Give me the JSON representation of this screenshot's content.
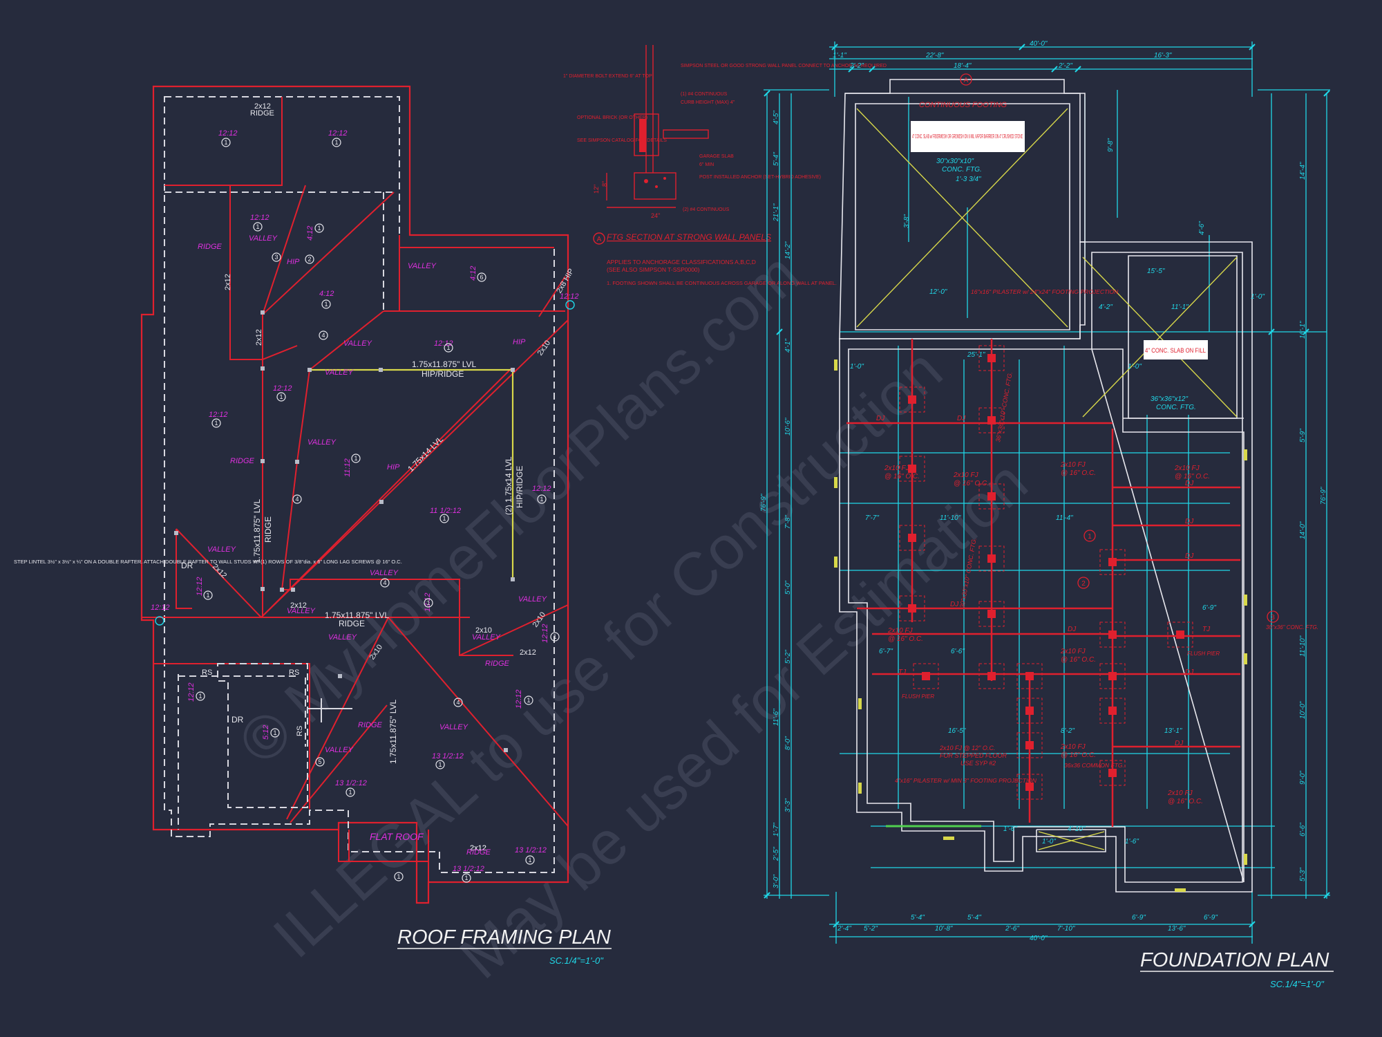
{
  "colors": {
    "background": "#262b3d",
    "wall_red": "#e0202e",
    "annotation_magenta": "#e030e0",
    "dimension_cyan": "#20d8e8",
    "dashed_white": "#d8d8e0",
    "lvl_yellow": "#d8d84a",
    "title_white": "#f2f2f2"
  },
  "watermark": {
    "line1": "© MyHomeFloorPlans.com",
    "line2": "ILLEGAL to use for Construction",
    "line3": "May be used for Estimation"
  },
  "roof_plan": {
    "title": "ROOF FRAMING PLAN",
    "scale": "SC.1/4\"=1'-0\"",
    "labels": {
      "ridge_2x12_top": "2x12",
      "ridge_word_top": "RIDGE",
      "ridge": "RIDGE",
      "valley": "VALLEY",
      "hip": "HIP",
      "two_by_twelve": "2x12",
      "two_by_ten": "2x10",
      "lvl_top": "1.75x11.875\" LVL",
      "hip_ridge": "HIP/RIDGE",
      "lvl_diag": "1.75x14 LVL",
      "lvl_vert_left": "1.75x11.875\" LVL",
      "ridge_vert": "RIDGE",
      "lvl_vert_right": "(2) 1.75x14 LVL",
      "hip_ridge_vert": "HIP/RIDGE",
      "lvl_bottom": "1.75x11.875\" LVL",
      "ridge_bottom": "RIDGE",
      "lvl_vert_low": "1.75x11.875\" LVL",
      "hip_2x8": "2x8 HIP",
      "flat_roof": "FLAT ROOF",
      "dr": "DR",
      "rs": "RS",
      "pitch_12_12": "12:12",
      "pitch_4_12": "4:12",
      "pitch_11_12": "11:12",
      "pitch_11half": "11 1/2:12",
      "pitch_13half": "13 1/2:12",
      "pitch_5_12": "5:12",
      "step_lintel_note": "STEP LINTEL 3½\" x 3½\" x ¼\" ON A DOUBLE RAFTER. ATTACH DOUBLE RAFTER TO WALL STUDS W/ (1) ROWS OF 3/8\"dia. x 6\" LONG LAG SCREWS @ 16\" O.C."
    },
    "numbers": [
      "1",
      "2",
      "3",
      "4",
      "5",
      "6"
    ]
  },
  "footing_detail": {
    "title": "FTG SECTION AT STRONG WALL PANELS",
    "tag": "A",
    "note1": "APPLIES TO ANCHORAGE CLASSIFICATIONS A,B,C,D",
    "note2": "(SEE ALSO SIMPSON T-SSP0000)",
    "note3": "1. FOOTING SHOWN SHALL BE CONTINUOUS ACROSS GARAGE OR ALONG WALL AT PANEL.",
    "callouts": [
      "1\" DIAMETER BOLT EXTEND 6\" AT TOP",
      "SIMPSON STEEL OR GOOD STRONG WALL PANEL CONNECT TO ANCHOR AS REQUIRED",
      "(1) #4 CONTINUOUS",
      "CURB HEIGHT (MAX) 4\"",
      "OPTIONAL BRICK (OR OTHER)",
      "SEE SIMPSON CATALOG FOR DETAILS",
      "GARAGE SLAB",
      "6\" MIN",
      "POST INSTALLED ANCHOR (SET-HYBRID ADHESIVE)",
      "(2) #4 CONTINUOUS"
    ],
    "dim_width": "24\"",
    "dim_h1": "12\"",
    "dim_h2": "8\""
  },
  "foundation_plan": {
    "title": "FOUNDATION PLAN",
    "scale": "SC.1/4\"=1'-0\"",
    "overall_top": "40'-0\"",
    "top_dims": [
      "22'-8\"",
      "16'-3\""
    ],
    "top_dims_2": [
      "1'-1\"",
      "2'-2\"",
      "18'-4\"",
      "2'-2\""
    ],
    "bottom_dims": [
      "2'-4\"",
      "5'-2\"",
      "5'-4\"",
      "10'-8\"",
      "5'-4\"",
      "2'-6\"",
      "7'-10\"",
      "6'-9\"",
      "13'-6\"",
      "6'-9\""
    ],
    "overall_bottom": "40'-0\"",
    "right_overall": "76'-9\"",
    "left_overall": "76'-9\"",
    "right_dims": [
      "14'-4\"",
      "16'-1\"",
      "5'-9\"",
      "14'-0\"",
      "11'-10\"",
      "10'-0\"",
      "9'-0\"",
      "6'-6\"",
      "5'-3\""
    ],
    "left_dims": [
      "4'-5\"",
      "5'-4\"",
      "21'-1\"",
      "14'-2\"",
      "4'-1\"",
      "10'-6\"",
      "7'-8\"",
      "5'-0\"",
      "5'-2\"",
      "11'-6\"",
      "8'-0\"",
      "3'-3\"",
      "1'-7\"",
      "2'-5\"",
      "3'-0\""
    ],
    "callout_A": "A",
    "callout_1": "1",
    "callout_2": "2",
    "callout_3": "3",
    "continuous_footing": "CONTINUOUS FOOTING",
    "slab_note": "4\" CONC. SLAB w/ FIBERMESH OR GREMESH ON 6 MIL VAPOR BARRIER ON 4\" CRUSHED STONE",
    "conc_ftg_1": "30\"x30\"x10\"",
    "conc_ftg_1b": "CONC. FTG.",
    "dim_1_3": "1'-3 3/4\"",
    "pilaster_note": "16\"x16\" PILASTER w/ 24\"x24\" FOOTING PROJECTION",
    "slab_on_fill": "4\" CONC. SLAB ON FILL",
    "conc_ftg_2": "36\"x36\"x12\"",
    "conc_ftg_2b": "CONC. FTG.",
    "fj_label": "2x10 FJ",
    "fj_spacing": "@ 16\" O.C.",
    "dj": "DJ",
    "tj": "TJ",
    "flush_pier": "FLUSH PIER",
    "ftg_vert_1": "36\"x36\"x10\" CONC. FTG.",
    "ftg_vert_2": "30\"x30\"x10\" CONC. FTG.",
    "ftg_right": "30\"x36\" CONC. FTG.",
    "stepped_floor_1": "2x10 FJ @ 12\" O.C.",
    "stepped_floor_2": "FOR STEPPED FLOOR",
    "stepped_floor_3": "USE SYP #2",
    "pilaster_2": "4\"x16\" PILASTER w/ MIN 3\" FOOTING PROJECTION",
    "common_ftg": "36x36 COMMON FTG.",
    "interior_dims": [
      "12'-0\"",
      "25'-1\"",
      "1'-0\"",
      "15'-5\"",
      "11'-1\"",
      "4'-2\"",
      "1'-0\"",
      "7'-7\"",
      "11'-10\"",
      "11'-4\"",
      "6'-9\"",
      "6'-7\"",
      "6'-6\"",
      "16'-5\"",
      "8'-2\"",
      "13'-1\"",
      "1'-6\"",
      "4'-10\"",
      "1'-0\"",
      "1'-6\"",
      "9'-8\"",
      "3'-8\"",
      "4'-6\"",
      "1'-0\""
    ]
  }
}
